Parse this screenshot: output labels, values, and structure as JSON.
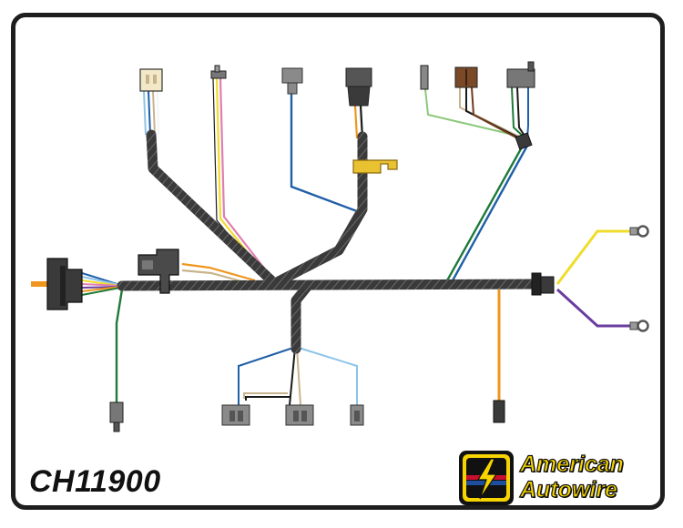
{
  "product": {
    "part_number": "CH11900"
  },
  "brand": {
    "line1": "American",
    "line2": "Autowire",
    "colors": {
      "yellow": "#f5d400",
      "red": "#c8102e",
      "blue": "#1f4e9c",
      "black": "#111111"
    }
  },
  "harness": {
    "sheath_color": "#3a3a3a",
    "wire_colors": {
      "blue": "#1f5fa8",
      "light_blue": "#8cc4e8",
      "yellow": "#f0dc2a",
      "orange": "#f0961e",
      "pink": "#e07fb0",
      "tan": "#c8b48c",
      "brown": "#6e3c1e",
      "green": "#1f7a3a",
      "light_green": "#8cc87a",
      "purple": "#6a3ea0",
      "white": "#f4f4f4",
      "black": "#1a1a1a"
    },
    "icons": [
      "connector-icon",
      "ring-terminal-icon",
      "fuse-clip-icon",
      "lightning-bolt-icon"
    ]
  }
}
